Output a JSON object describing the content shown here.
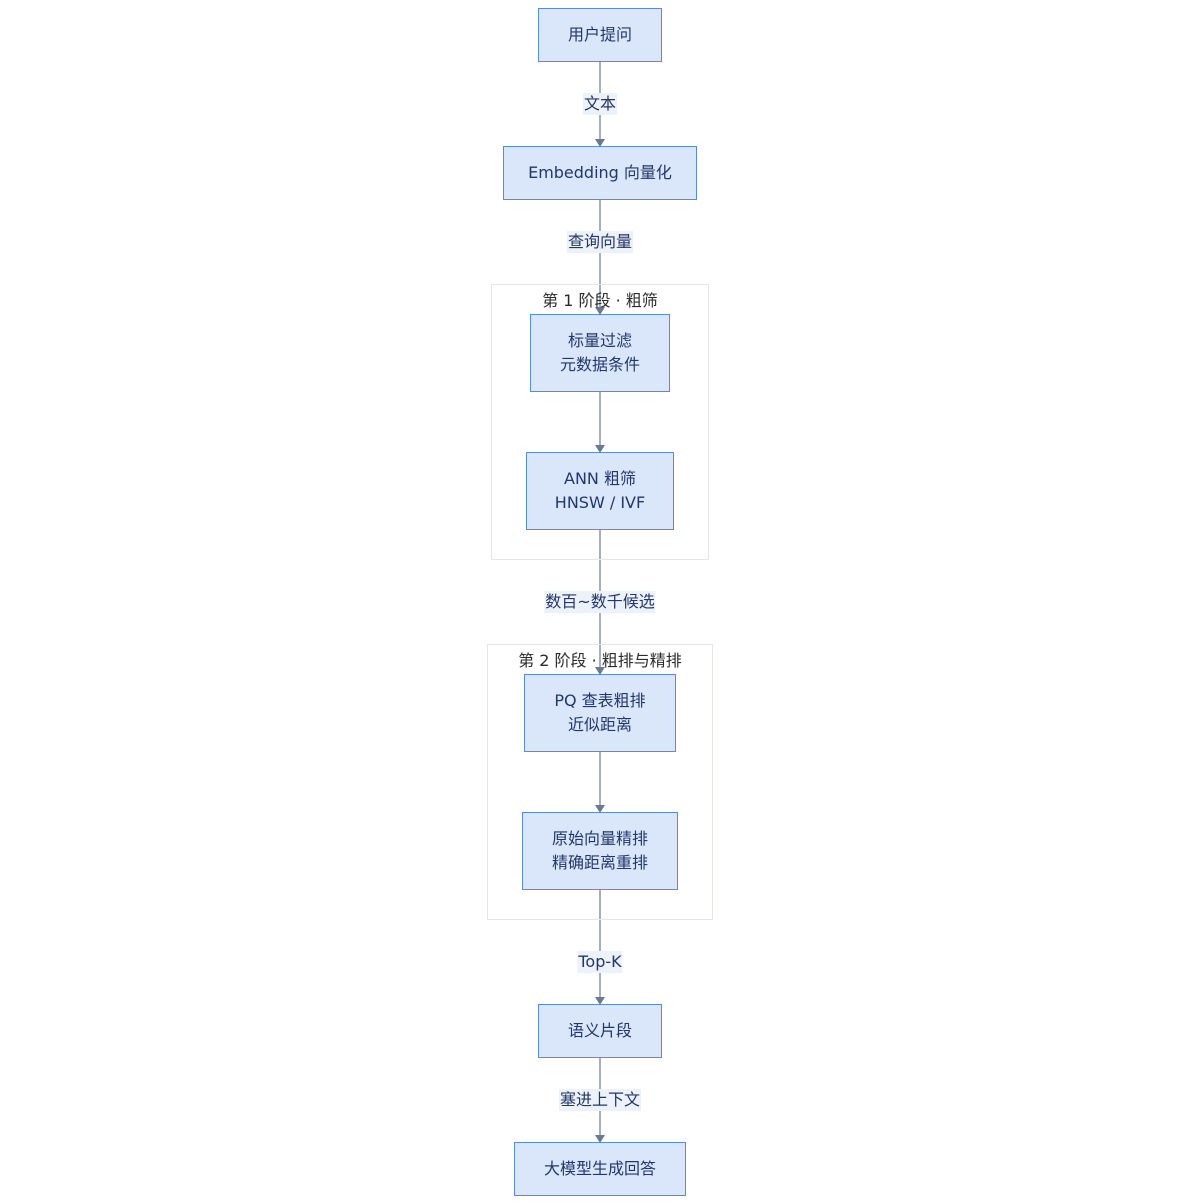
{
  "nodes": {
    "user_question": "用户提问",
    "embedding": "Embedding 向量化",
    "scalar_filter": [
      "标量过滤",
      "元数据条件"
    ],
    "ann": [
      "ANN 粗筛",
      "HNSW / IVF"
    ],
    "pq": [
      "PQ 查表粗排",
      "近似距离"
    ],
    "rerank": [
      "原始向量精排",
      "精确距离重排"
    ],
    "semantic_chunks": "语义片段",
    "llm_answer": "大模型生成回答"
  },
  "groups": {
    "stage1": "第 1 阶段 · 粗筛",
    "stage2": "第 2 阶段 · 粗排与精排"
  },
  "edge_labels": {
    "text": "文本",
    "query_vector": "查询向量",
    "candidates": "数百~数千候选",
    "topk": "Top-K",
    "into_context": "塞进上下文"
  },
  "colors": {
    "node_fill": "#dae7fb",
    "node_border": "#5b8ad6",
    "edge": "#6b7a90",
    "group_border": "#e3e6ec"
  }
}
